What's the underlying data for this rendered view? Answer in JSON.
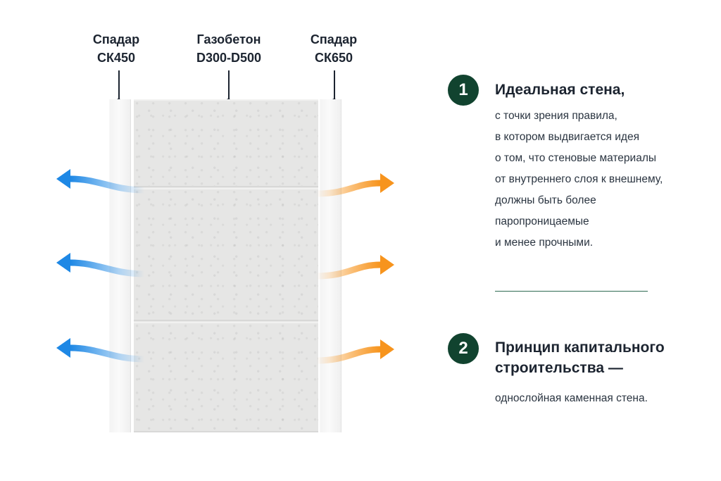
{
  "diagram": {
    "labels": {
      "left": [
        "Спадар",
        "СК450"
      ],
      "center": [
        "Газобетон",
        "D300-D500"
      ],
      "right": [
        "Спадар",
        "СК650"
      ]
    },
    "colors": {
      "accent": "#11432f",
      "left_arrows": "#1e88e5",
      "right_arrows": "#f7941d"
    }
  },
  "points": [
    {
      "number": "1",
      "title_lines": [
        "Идеальная стена,"
      ],
      "text_lines": [
        "с точки зрения правила,",
        "в котором выдвигается идея",
        "о том, что стеновые материалы",
        "от внутреннего слоя к внешнему,",
        "должны быть более",
        "паропроницаемые",
        "и менее прочными."
      ]
    },
    {
      "number": "2",
      "title_lines": [
        "Принцип капитального",
        "строительства —"
      ],
      "text_lines": [
        "однослойная каменная стена."
      ]
    }
  ]
}
